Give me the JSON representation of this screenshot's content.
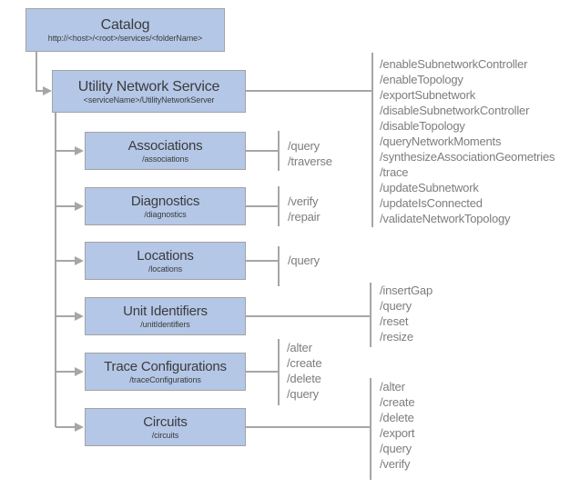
{
  "catalog": {
    "title": "Catalog",
    "subtitle": "http://<host>/<root>/services/<folderName>"
  },
  "service": {
    "title": "Utility Network Service",
    "subtitle": "<serviceName>/UtilityNetworkServer",
    "operations": [
      "/enableSubnetworkController",
      "/enableTopology",
      "/exportSubnetwork",
      "/disableSubnetworkController",
      "/disableTopology",
      "/queryNetworkMoments",
      "/synthesizeAssociationGeometries",
      "/trace",
      "/updateSubnetwork",
      "/updateIsConnected",
      "/validateNetworkTopology"
    ]
  },
  "resources": [
    {
      "title": "Associations",
      "subtitle": "/associations",
      "operations": [
        "/query",
        "/traverse"
      ]
    },
    {
      "title": "Diagnostics",
      "subtitle": "/diagnostics",
      "operations": [
        "/verify",
        "/repair"
      ]
    },
    {
      "title": "Locations",
      "subtitle": "/locations",
      "operations": [
        "/query"
      ]
    },
    {
      "title": "Unit Identifiers",
      "subtitle": "/unitIdentifiers",
      "operations": [
        "/insertGap",
        "/query",
        "/reset",
        "/resize"
      ]
    },
    {
      "title": "Trace Configurations",
      "subtitle": "/traceConfigurations",
      "operations": [
        "/alter",
        "/create",
        "/delete",
        "/query"
      ]
    },
    {
      "title": "Circuits",
      "subtitle": "/circuits",
      "operations": [
        "/alter",
        "/create",
        "/delete",
        "/export",
        "/query",
        "/verify"
      ]
    }
  ],
  "colors": {
    "fill": "#b4c7e7",
    "border": "#a3a3a3",
    "line": "#a6a6a6",
    "title": "#3b3b3b",
    "ops": "#7d7d7d",
    "bg": "#ffffff"
  }
}
